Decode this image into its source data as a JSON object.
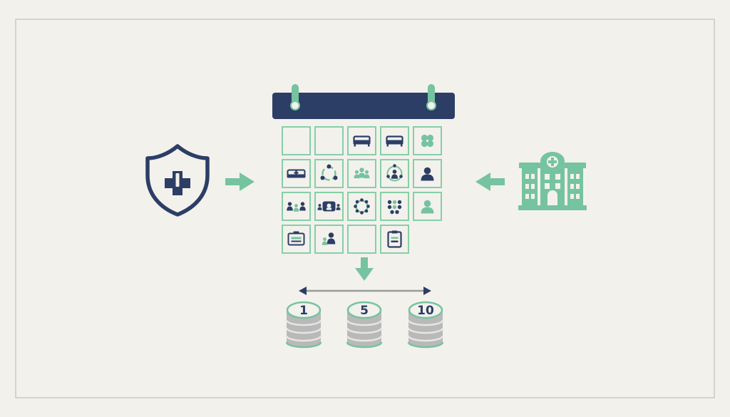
{
  "palette": {
    "navy": "#2c3e66",
    "mint": "#76c3a0",
    "cell_border": "#86cfa8",
    "coin_gray": "#b9b9b9",
    "coin_face": "#f2f1ec",
    "background": "#f3f1ec",
    "frame": "#c9c9c6"
  },
  "left_element": {
    "icon": "shield-medical-info-icon"
  },
  "right_element": {
    "icon": "hospital-building-icon"
  },
  "calendar": {
    "rows": [
      [
        "empty",
        "empty",
        "sofa-icon",
        "sofa-icon",
        "clover-icon"
      ],
      [
        "medical-bed-icon",
        "group-cycle-icon",
        "people-group-icon",
        "people-circle-icon",
        "person-icon"
      ],
      [
        "family-icon",
        "consultation-icon",
        "team-circle-icon",
        "crowd-icon",
        "person-icon"
      ],
      [
        "id-card-icon",
        "parent-child-icon",
        "empty",
        "clipboard-icon"
      ]
    ]
  },
  "scale": {
    "stacks": [
      {
        "label": "1"
      },
      {
        "label": "5"
      },
      {
        "label": "10"
      }
    ]
  }
}
